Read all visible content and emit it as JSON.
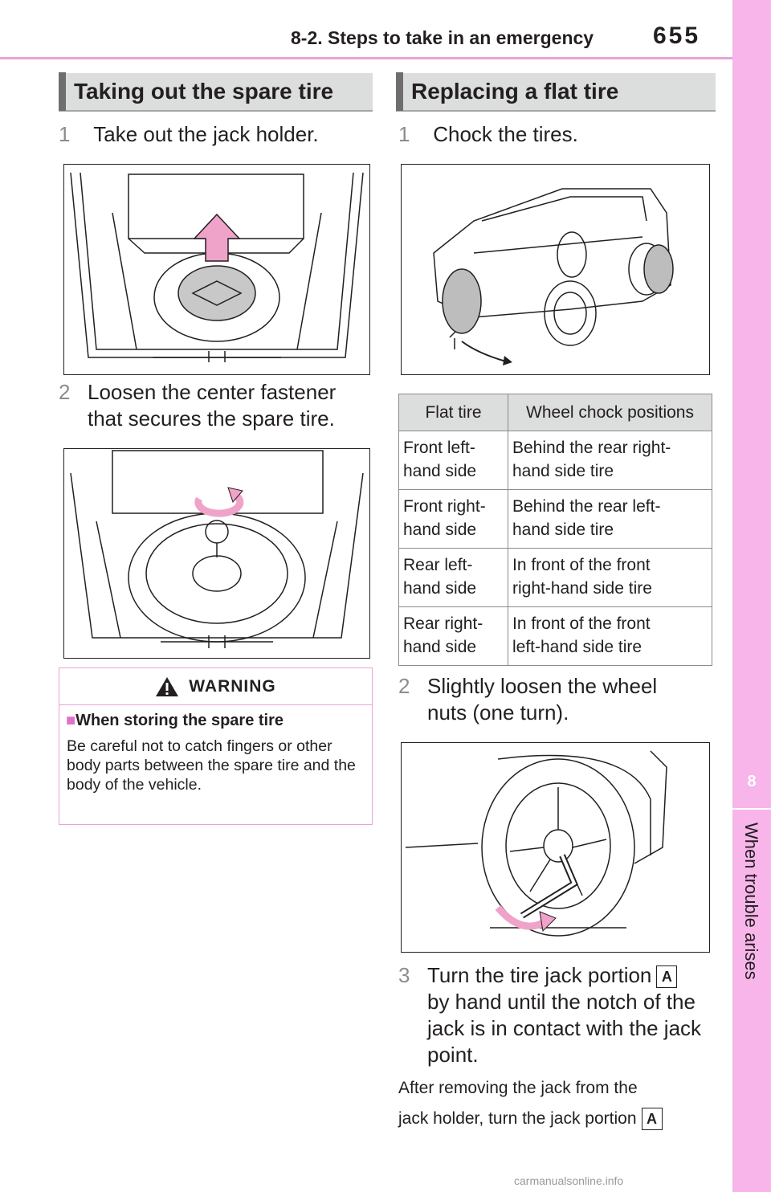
{
  "header": {
    "section": "8-2. Steps to take in an emergency",
    "page": "655"
  },
  "side_tab": {
    "chapter": "8",
    "label": "When trouble arises"
  },
  "left": {
    "heading": "Taking out the spare tire",
    "step1": {
      "num": "1",
      "text": "Take out the jack holder."
    },
    "step2": {
      "num": "2",
      "text_line1": "Loosen the center fastener",
      "text_line2": "that secures the spare tire."
    },
    "warning": {
      "title": "WARNING",
      "subtitle": "When storing the spare tire",
      "body": "Be careful not to catch fingers or other body parts between the spare tire and the body of the vehicle."
    }
  },
  "right": {
    "heading": "Replacing a flat tire",
    "step1": {
      "num": "1",
      "text": "Chock the tires."
    },
    "table": {
      "headers": [
        "Flat tire",
        "Wheel chock positions"
      ],
      "rows": [
        {
          "tire_1": "Front left-",
          "tire_2": "hand side",
          "pos_1": "Behind the rear right-",
          "pos_2": "hand side tire"
        },
        {
          "tire_1": "Front right-",
          "tire_2": "hand side",
          "pos_1": "Behind the rear left-",
          "pos_2": "hand side tire"
        },
        {
          "tire_1": "Rear left-",
          "tire_2": "hand side",
          "pos_1": "In front of the front",
          "pos_2": "right-hand side tire"
        },
        {
          "tire_1": "Rear right-",
          "tire_2": "hand side",
          "pos_1": "In front of the front",
          "pos_2": "left-hand side tire"
        }
      ]
    },
    "step2": {
      "num": "2",
      "text_line1": "Slightly loosen the wheel",
      "text_line2": "nuts (one turn)."
    },
    "step3": {
      "num": "3",
      "line1": "Turn the tire jack portion",
      "line2": "by hand until the notch of the",
      "line3": "jack is in contact with the jack",
      "line4": "point.",
      "callout": "A"
    },
    "note": {
      "line1": "After removing the jack from the",
      "line2": "jack holder, turn the jack portion",
      "callout": "A"
    }
  },
  "watermark": "carmanualsonline.info"
}
